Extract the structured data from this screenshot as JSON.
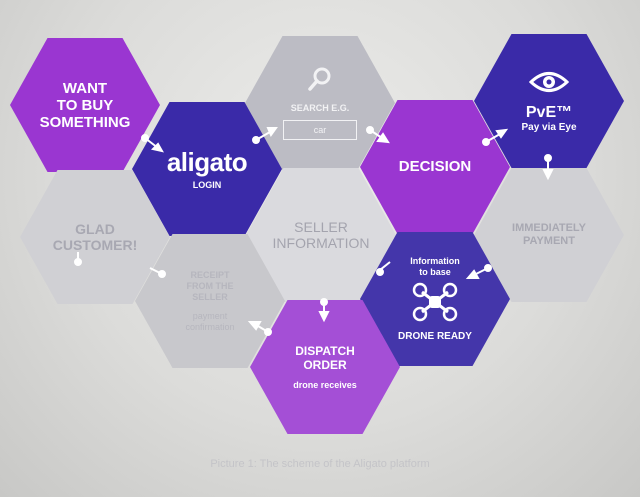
{
  "hexes": {
    "want": {
      "text": "WANT\nTO BUY\nSOMETHING"
    },
    "login": {
      "logo": "aligato",
      "text": "LOGIN"
    },
    "search": {
      "label": "SEARCH E.G.",
      "placeholder": "car"
    },
    "decision": {
      "text": "DECISION"
    },
    "pve": {
      "title": "PvE™",
      "subtitle": "Pay via Eye"
    },
    "glad": {
      "text": "GLAD\nCUSTOMER!"
    },
    "seller": {
      "text": "SELLER\nINFORMATION"
    },
    "payment": {
      "text": "IMMEDIATELY\nPAYMENT"
    },
    "receipt": {
      "title": "RECEIPT\nFROM THE\nSELLER",
      "subtitle": "payment\nconfirmation"
    },
    "drone": {
      "top": "Information\nto base",
      "bottom": "DRONE READY"
    },
    "dispatch": {
      "title": "DISPATCH\nORDER",
      "subtitle": "drone receives"
    }
  },
  "caption": "Picture 1: The scheme of the Aligato platform",
  "colors": {
    "purple": "#9a36d1",
    "navy": "#3a2aa8",
    "grey": "#bcbcc4"
  },
  "icons": [
    "search-icon",
    "eye-icon",
    "drone-icon"
  ]
}
